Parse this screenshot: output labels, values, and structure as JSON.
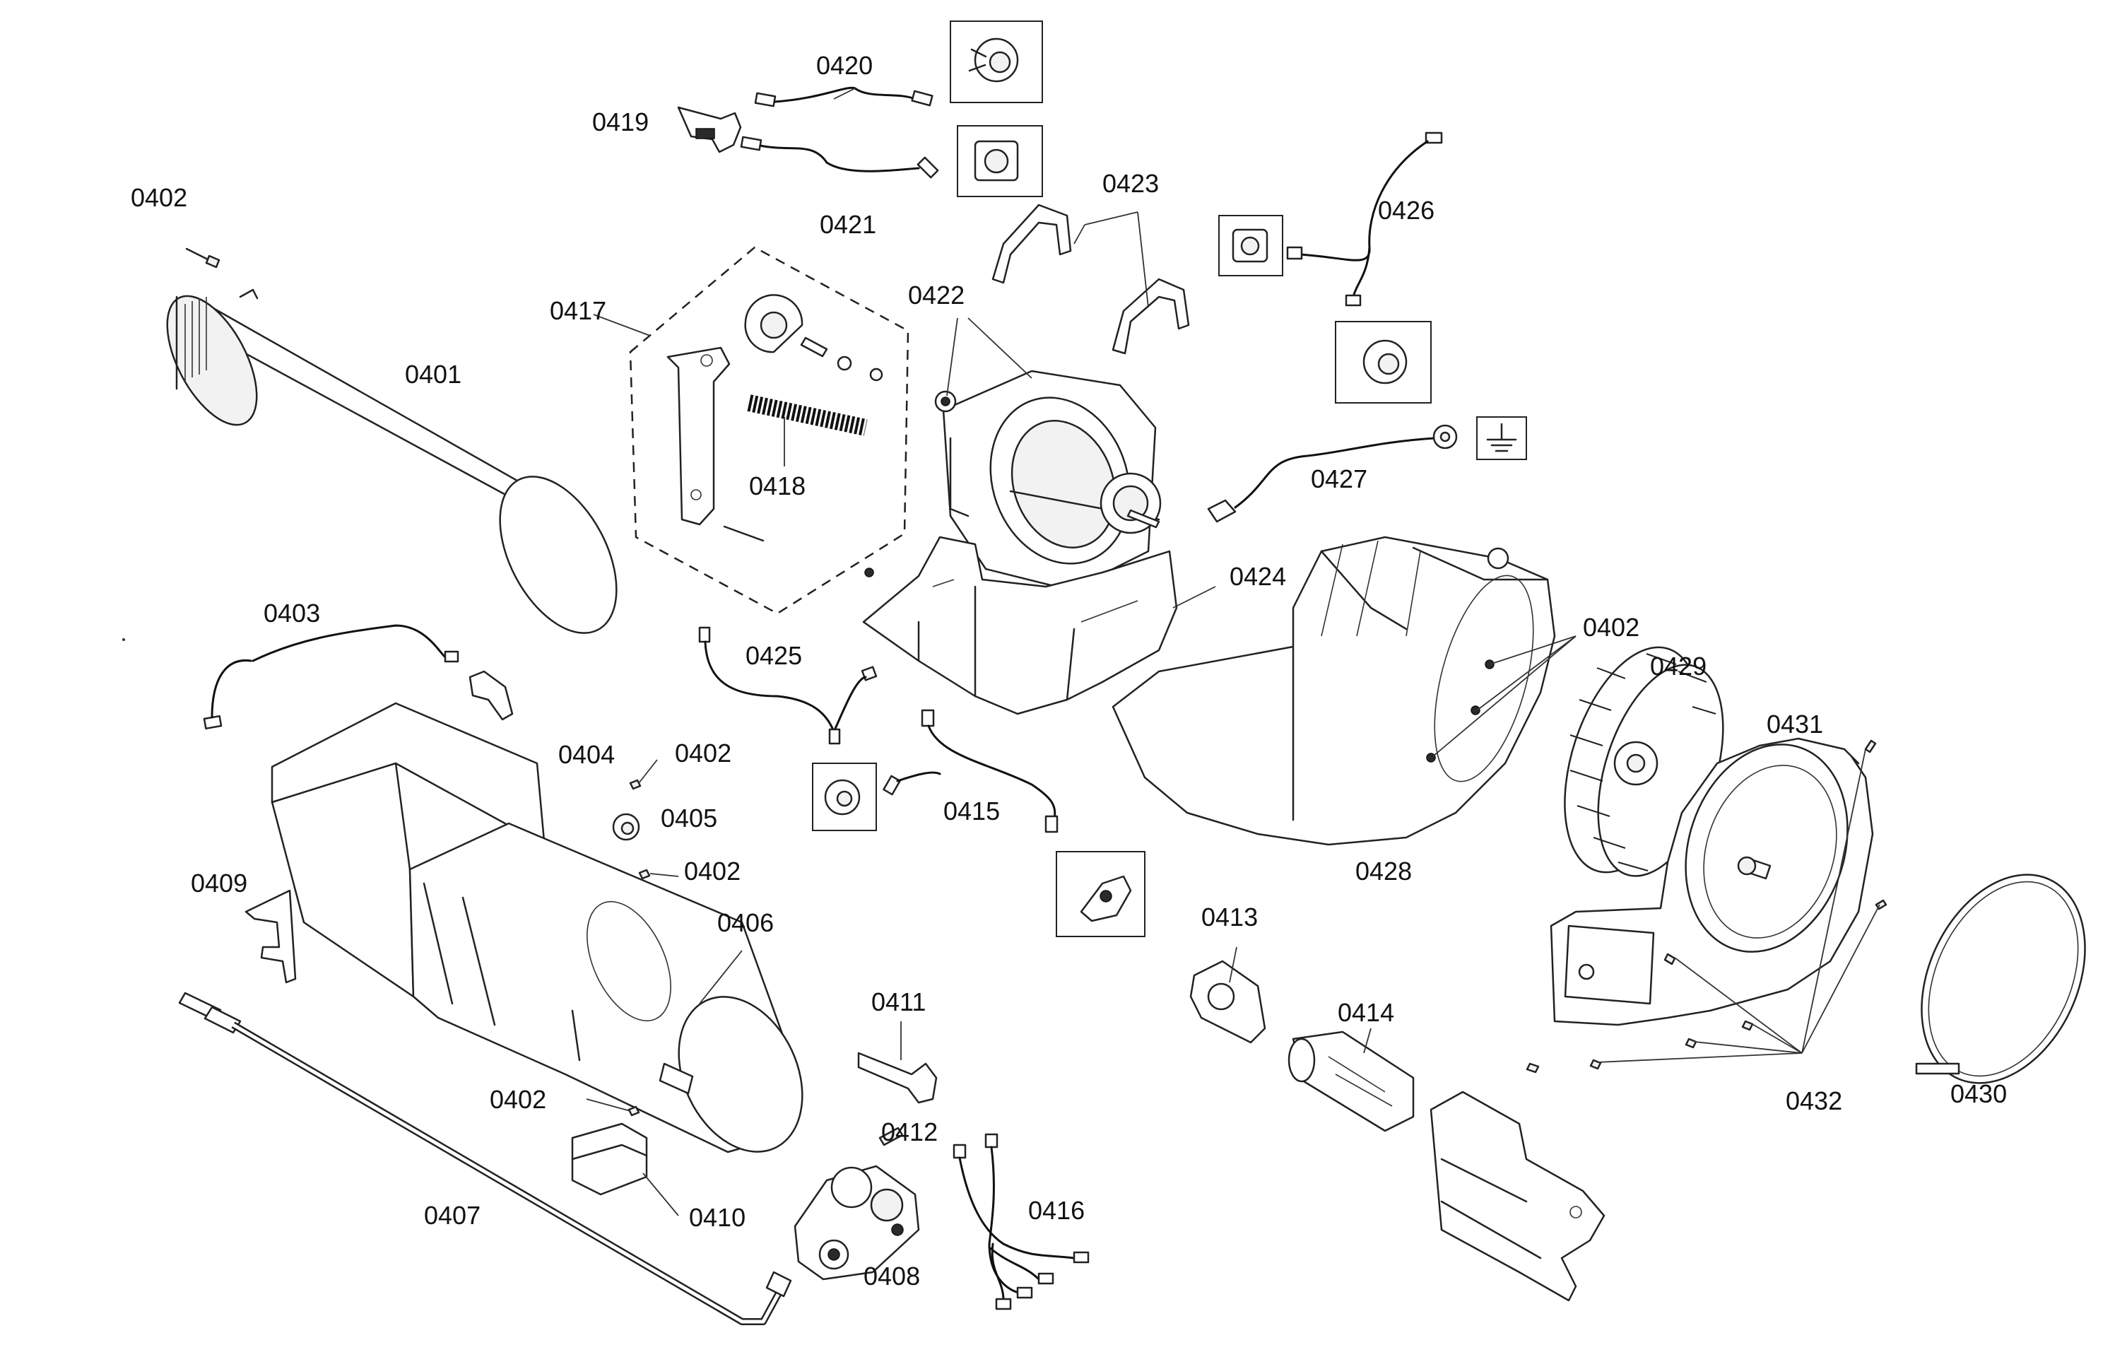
{
  "labels": {
    "p0401": "0401",
    "p0402": "0402",
    "p0403": "0403",
    "p0404": "0404",
    "p0405": "0405",
    "p0406": "0406",
    "p0407": "0407",
    "p0408": "0408",
    "p0409": "0409",
    "p0410": "0410",
    "p0411": "0411",
    "p0412": "0412",
    "p0413": "0413",
    "p0414": "0414",
    "p0415": "0415",
    "p0416": "0416",
    "p0417": "0417",
    "p0418": "0418",
    "p0419": "0419",
    "p0420": "0420",
    "p0421": "0421",
    "p0422": "0422",
    "p0423": "0423",
    "p0424": "0424",
    "p0425": "0425",
    "p0426": "0426",
    "p0427": "0427",
    "p0428": "0428",
    "p0429": "0429",
    "p0430": "0430",
    "p0431": "0431",
    "p0432": "0432"
  }
}
